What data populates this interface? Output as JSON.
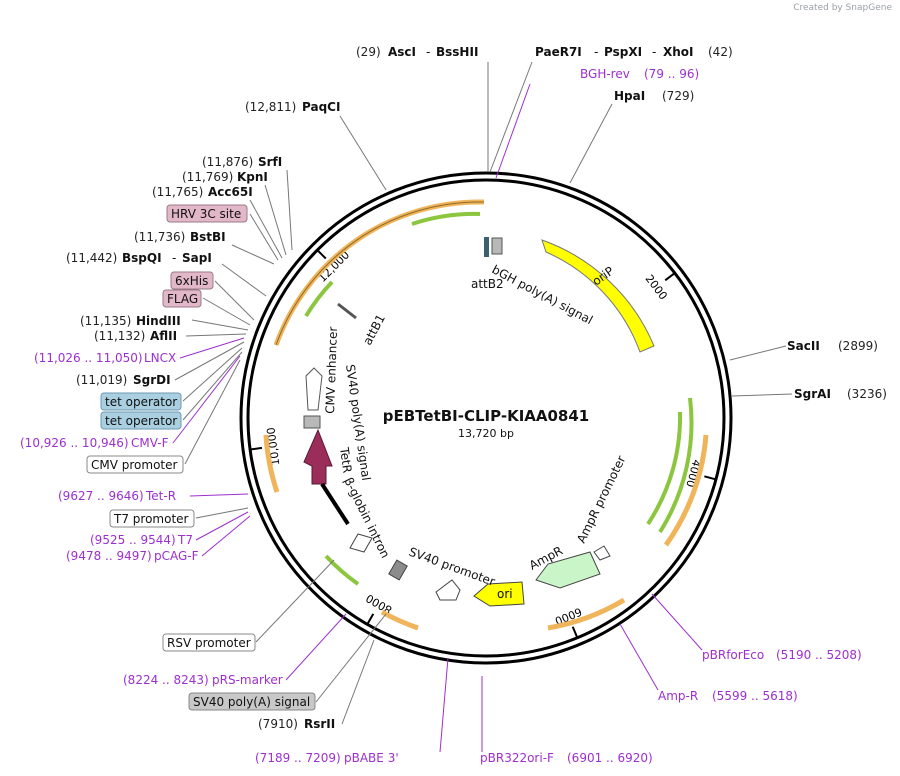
{
  "credit": "Created by SnapGene",
  "plasmid": {
    "name": "pEBTetBI-CLIP-KIAA0841",
    "length_label": "13,720 bp"
  },
  "ticks": [
    {
      "label": "2000",
      "pos": 2000
    },
    {
      "label": "4000",
      "pos": 4000
    },
    {
      "label": "6000",
      "pos": 6000
    },
    {
      "label": "8000",
      "pos": 8000
    },
    {
      "label": "10,000",
      "pos": 10000
    },
    {
      "label": "12,000",
      "pos": 12000
    }
  ],
  "enzymes": [
    {
      "name": "AscI",
      "pos_label": "(29)"
    },
    {
      "name": "BssHII",
      "pos_label": ""
    },
    {
      "name": "PaeR7I",
      "pos_label": ""
    },
    {
      "name": "PspXI",
      "pos_label": ""
    },
    {
      "name": "XhoI",
      "pos_label": "(42)"
    },
    {
      "name": "HpaI",
      "pos_label": "(729)"
    },
    {
      "name": "SacII",
      "pos_label": "(2899)"
    },
    {
      "name": "SgrAI",
      "pos_label": "(3236)"
    },
    {
      "name": "RsrII",
      "pos_label": "(7910)"
    },
    {
      "name": "SgrDI",
      "pos_label": "(11,019)"
    },
    {
      "name": "AflII",
      "pos_label": "(11,132)"
    },
    {
      "name": "HindIII",
      "pos_label": "(11,135)"
    },
    {
      "name": "BspQI",
      "pos_label": "(11,442)"
    },
    {
      "name": "SapI",
      "pos_label": ""
    },
    {
      "name": "BstBI",
      "pos_label": "(11,736)"
    },
    {
      "name": "Acc65I",
      "pos_label": "(11,765)"
    },
    {
      "name": "KpnI",
      "pos_label": "(11,769)"
    },
    {
      "name": "SrfI",
      "pos_label": "(11,876)"
    },
    {
      "name": "PaqCI",
      "pos_label": "(12,811)"
    }
  ],
  "primers": [
    {
      "name": "BGH-rev",
      "range": "(79 .. 96)"
    },
    {
      "name": "pBRforEco",
      "range": "(5190 .. 5208)"
    },
    {
      "name": "Amp-R",
      "range": "(5599 .. 5618)"
    },
    {
      "name": "pBR322ori-F",
      "range": "(6901 .. 6920)"
    },
    {
      "name": "pBABE 3'",
      "range": "(7189 .. 7209)"
    },
    {
      "name": "pRS-marker",
      "range": "(8224 .. 8243)"
    },
    {
      "name": "pCAG-F",
      "range": "(9478 .. 9497)"
    },
    {
      "name": "T7",
      "range": "(9525 .. 9544)"
    },
    {
      "name": "Tet-R",
      "range": "(9627 .. 9646)"
    },
    {
      "name": "CMV-F",
      "range": "(10,926 .. 10,946)"
    },
    {
      "name": "LNCX",
      "range": "(11,026 .. 11,050)"
    }
  ],
  "boxed_features": [
    {
      "name": "HRV 3C site",
      "color": "#e2b8c8"
    },
    {
      "name": "6xHis",
      "color": "#e2b8c8"
    },
    {
      "name": "FLAG",
      "color": "#e2b8c8"
    },
    {
      "name": "tet operator",
      "color": "#a9cfe0"
    },
    {
      "name": "tet operator",
      "color": "#a9cfe0"
    },
    {
      "name": "CMV promoter",
      "color": "#ffffff"
    },
    {
      "name": "T7 promoter",
      "color": "#ffffff"
    },
    {
      "name": "RSV promoter",
      "color": "#ffffff"
    },
    {
      "name": "SV40 poly(A) signal",
      "color": "#c8c8c8"
    }
  ],
  "inner_labels": {
    "bgh_polya": "bGH poly(A) signal",
    "attb2": "attB2",
    "attb1": "attB1",
    "orip": "oriP",
    "cmv_enhancer": "CMV enhancer",
    "sv40_polya": "SV40 poly(A) signal",
    "tetr": "TetR",
    "beta_globin": "β-globin intron",
    "sv40_promoter": "SV40 promoter",
    "ori": "ori",
    "ampr": "AmpR",
    "ampr_promoter": "AmpR promoter"
  },
  "colors": {
    "backbone": "#000000",
    "primer": "#9d2fd0",
    "orf_orange": "#f0b45a",
    "orf_green": "#8cc63f",
    "orip": "#ffff00",
    "tetr": "#9b2d5a",
    "ampr": "#c9f5c9"
  }
}
